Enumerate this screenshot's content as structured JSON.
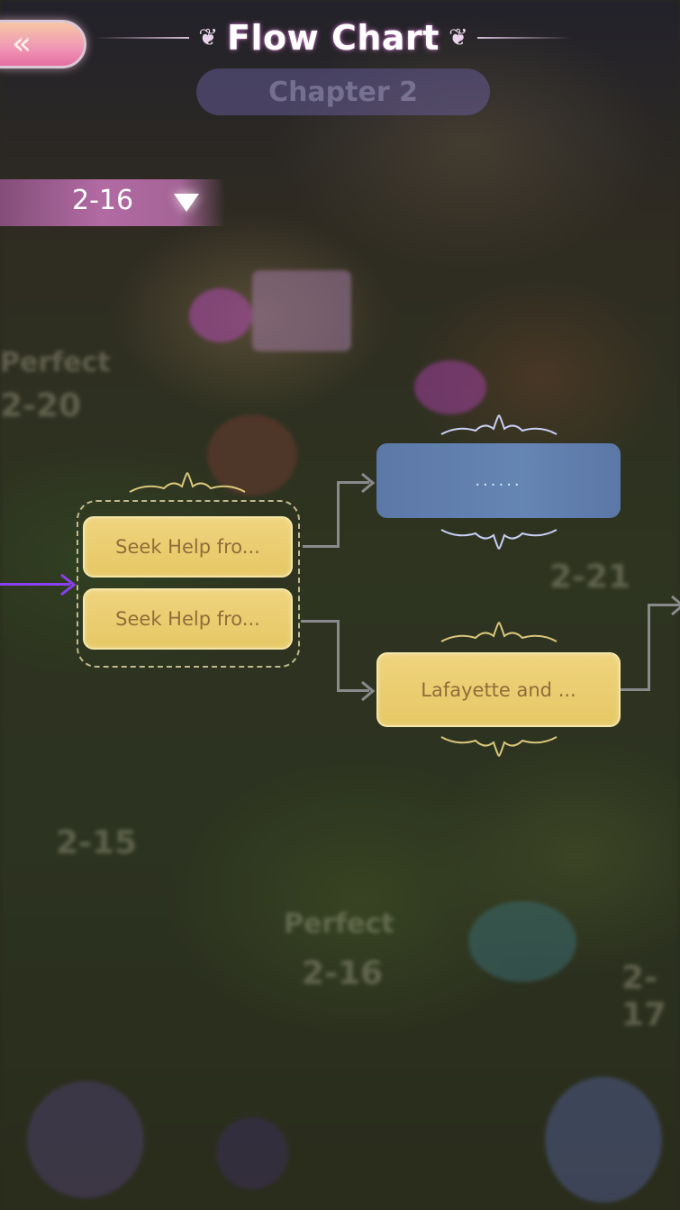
{
  "header": {
    "title": "Flow Chart",
    "back_icon": "double-chevron-left",
    "chapter_selector_ghost": "Chapter 2"
  },
  "level_selector": {
    "value": "2-16",
    "icon": "triangle-down"
  },
  "flow": {
    "choice_group": {
      "options": [
        {
          "label": "Seek Help fro..."
        },
        {
          "label": "Seek Help fro..."
        }
      ]
    },
    "locked_node": {
      "label": "......"
    },
    "next_node": {
      "label": "Lafayette and ..."
    }
  },
  "background_labels": {
    "badge_a": "2-20",
    "badge_b": "2-21",
    "badge_c": "2-15",
    "badge_d": "2-16",
    "badge_e": "2-17",
    "perfect": "Perfect"
  },
  "colors": {
    "gold_node": "#e9cc6b",
    "gold_text": "#8f6d3a",
    "blue_node": "#6080ae",
    "connector": "#8a8a8c",
    "incoming_arrow": "#8a3ff0",
    "level_bar": "#b46ea8",
    "back_button": "#f096b5"
  }
}
